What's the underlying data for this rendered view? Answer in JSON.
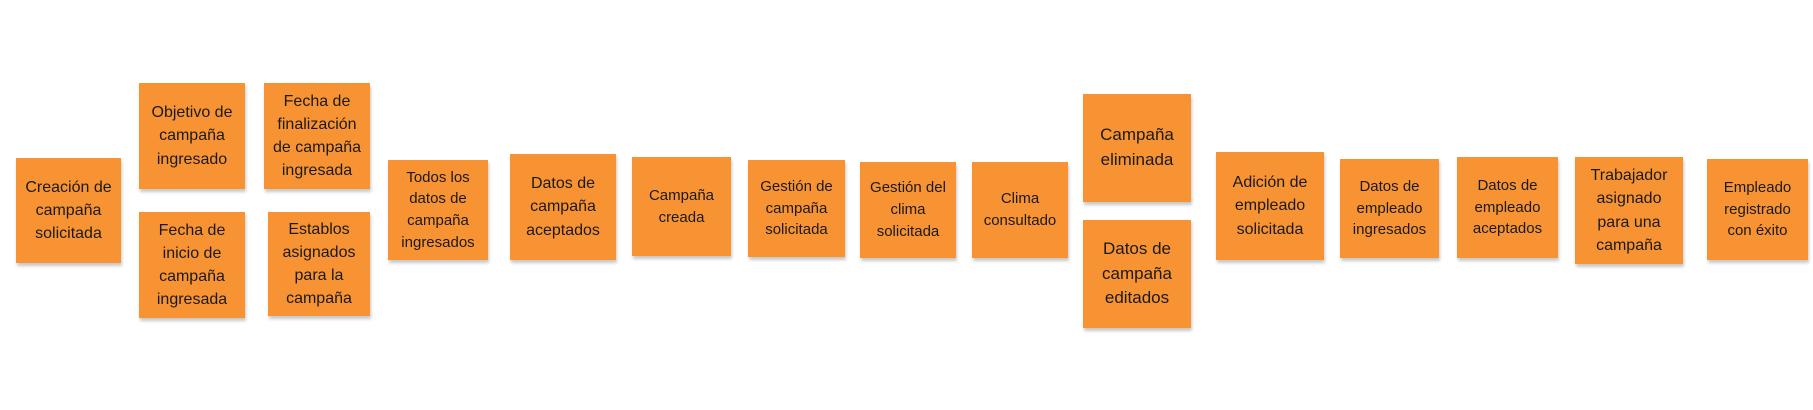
{
  "colors": {
    "sticky_note": "#F89334",
    "text": "#1a1a1a",
    "background": "#ffffff"
  },
  "notes": [
    "Creación de campaña solicitada",
    "Objetivo de campaña ingresado",
    "Fecha de inicio de campaña ingresada",
    "Fecha de finalización de campaña ingresada",
    "Establos asignados para la campaña",
    "Todos los datos de campaña ingresados",
    "Datos de campaña aceptados",
    "Campaña creada",
    "Gestión de campaña solicitada",
    "Gestión del clima solicitada",
    "Clima consultado",
    "Campaña eliminada",
    "Datos de campaña editados",
    "Adición de empleado solicitada",
    "Datos de empleado ingresados",
    "Datos de empleado aceptados",
    "Trabajador asignado para una campaña",
    "Empleado registrado con éxito"
  ]
}
